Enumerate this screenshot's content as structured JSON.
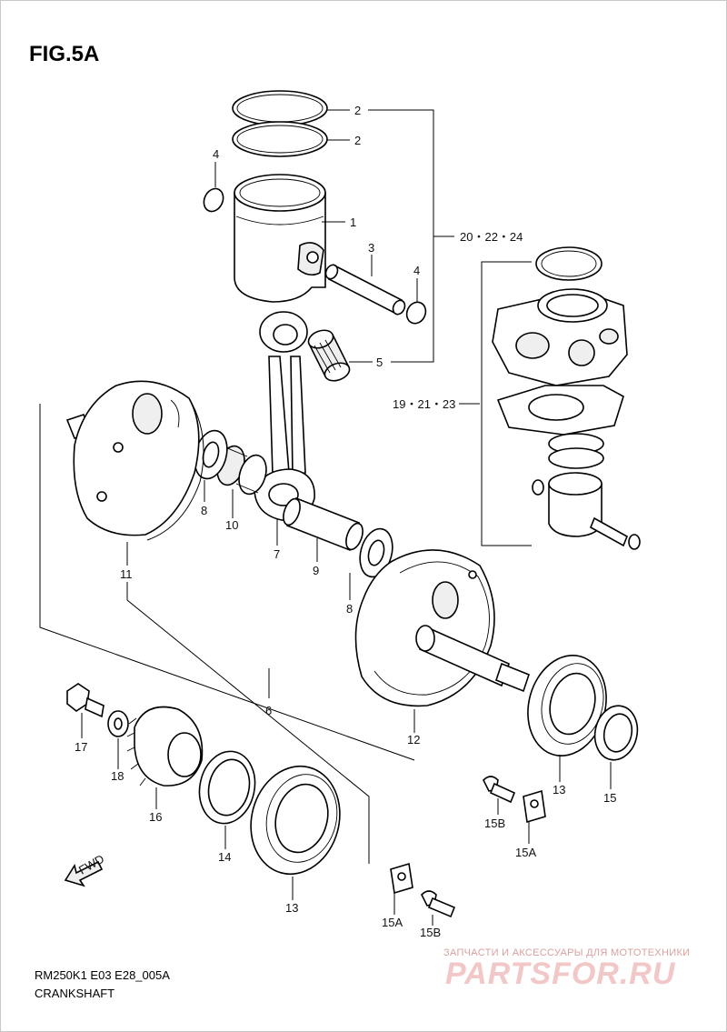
{
  "figure_title": "FIG.5A",
  "model_code": "RM250K1 E03 E28_005A",
  "section_name": "CRANKSHAFT",
  "watermark": {
    "tagline": "ЗАПЧАСТИ И АКСЕССУАРЫ ДЛЯ МОТОТЕХНИКИ",
    "brand": "PARTSFOR.RU"
  },
  "fwd_label": "FWD",
  "callouts": {
    "c1": "1",
    "c2a": "2",
    "c2b": "2",
    "c3": "3",
    "c4a": "4",
    "c4b": "4",
    "c5": "5",
    "c6": "6",
    "c7": "7",
    "c8a": "8",
    "c8b": "8",
    "c9": "9",
    "c10": "10",
    "c11": "11",
    "c12": "12",
    "c13a": "13",
    "c13b": "13",
    "c14": "14",
    "c15": "15",
    "c15a1": "15A",
    "c15a2": "15A",
    "c15b1": "15B",
    "c15b2": "15B",
    "c16": "16",
    "c17": "17",
    "c18": "18",
    "set1": "20・22・24",
    "set2": "19・21・23"
  }
}
